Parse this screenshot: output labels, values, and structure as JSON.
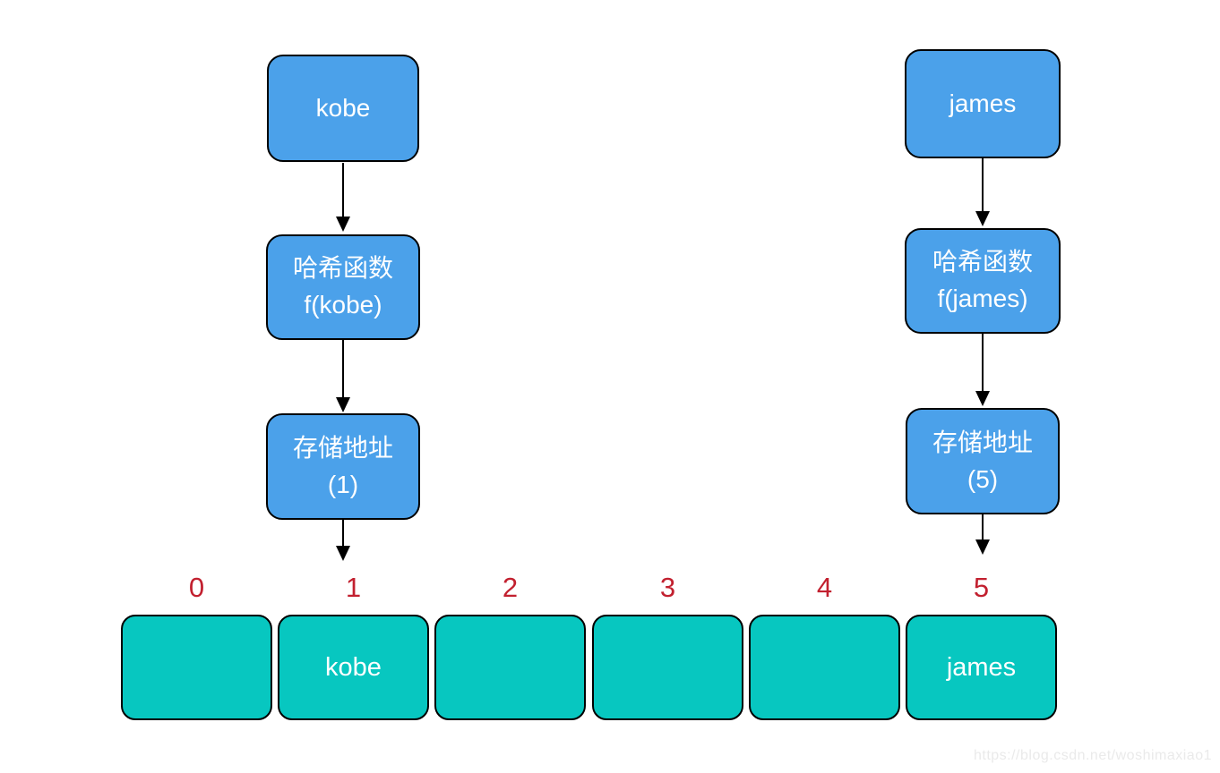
{
  "colors": {
    "box_fill": "#4BA1EA",
    "box_border": "#000000",
    "box_text": "#ffffff",
    "cell_fill": "#07C7C0",
    "cell_border": "#000000",
    "cell_text": "#ffffff",
    "index_color": "#C2202F",
    "arrow_color": "#000000"
  },
  "flows": [
    {
      "key": "kobe",
      "hash": [
        "哈希函数",
        "f(kobe)"
      ],
      "address": [
        "存储地址",
        "(1)"
      ]
    },
    {
      "key": "james",
      "hash": [
        "哈希函数",
        "f(james)"
      ],
      "address": [
        "存储地址",
        "(5)"
      ]
    }
  ],
  "hash_table": {
    "indices": [
      "0",
      "1",
      "2",
      "3",
      "4",
      "5"
    ],
    "cells": [
      "",
      "kobe",
      "",
      "",
      "",
      "james"
    ]
  },
  "watermark": "https://blog.csdn.net/woshimaxiao1"
}
